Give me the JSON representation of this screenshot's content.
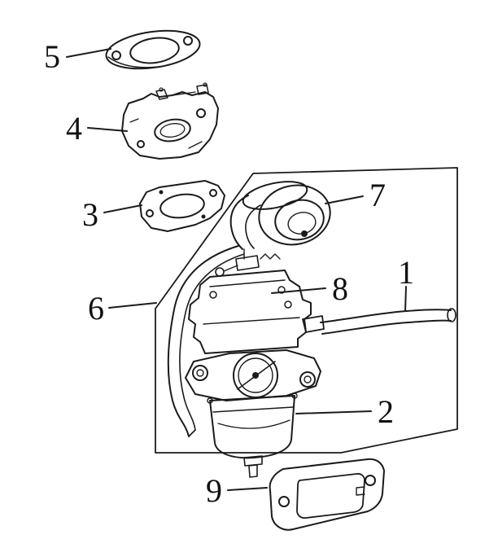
{
  "figure": {
    "type": "exploded-parts-diagram",
    "subject": "carburetor assembly",
    "background_color": "#ffffff",
    "line_color": "#1b1b1b"
  },
  "callouts": [
    {
      "number": "1"
    },
    {
      "number": "2"
    },
    {
      "number": "3"
    },
    {
      "number": "4"
    },
    {
      "number": "5"
    },
    {
      "number": "6"
    },
    {
      "number": "7"
    },
    {
      "number": "8"
    },
    {
      "number": "9"
    }
  ]
}
